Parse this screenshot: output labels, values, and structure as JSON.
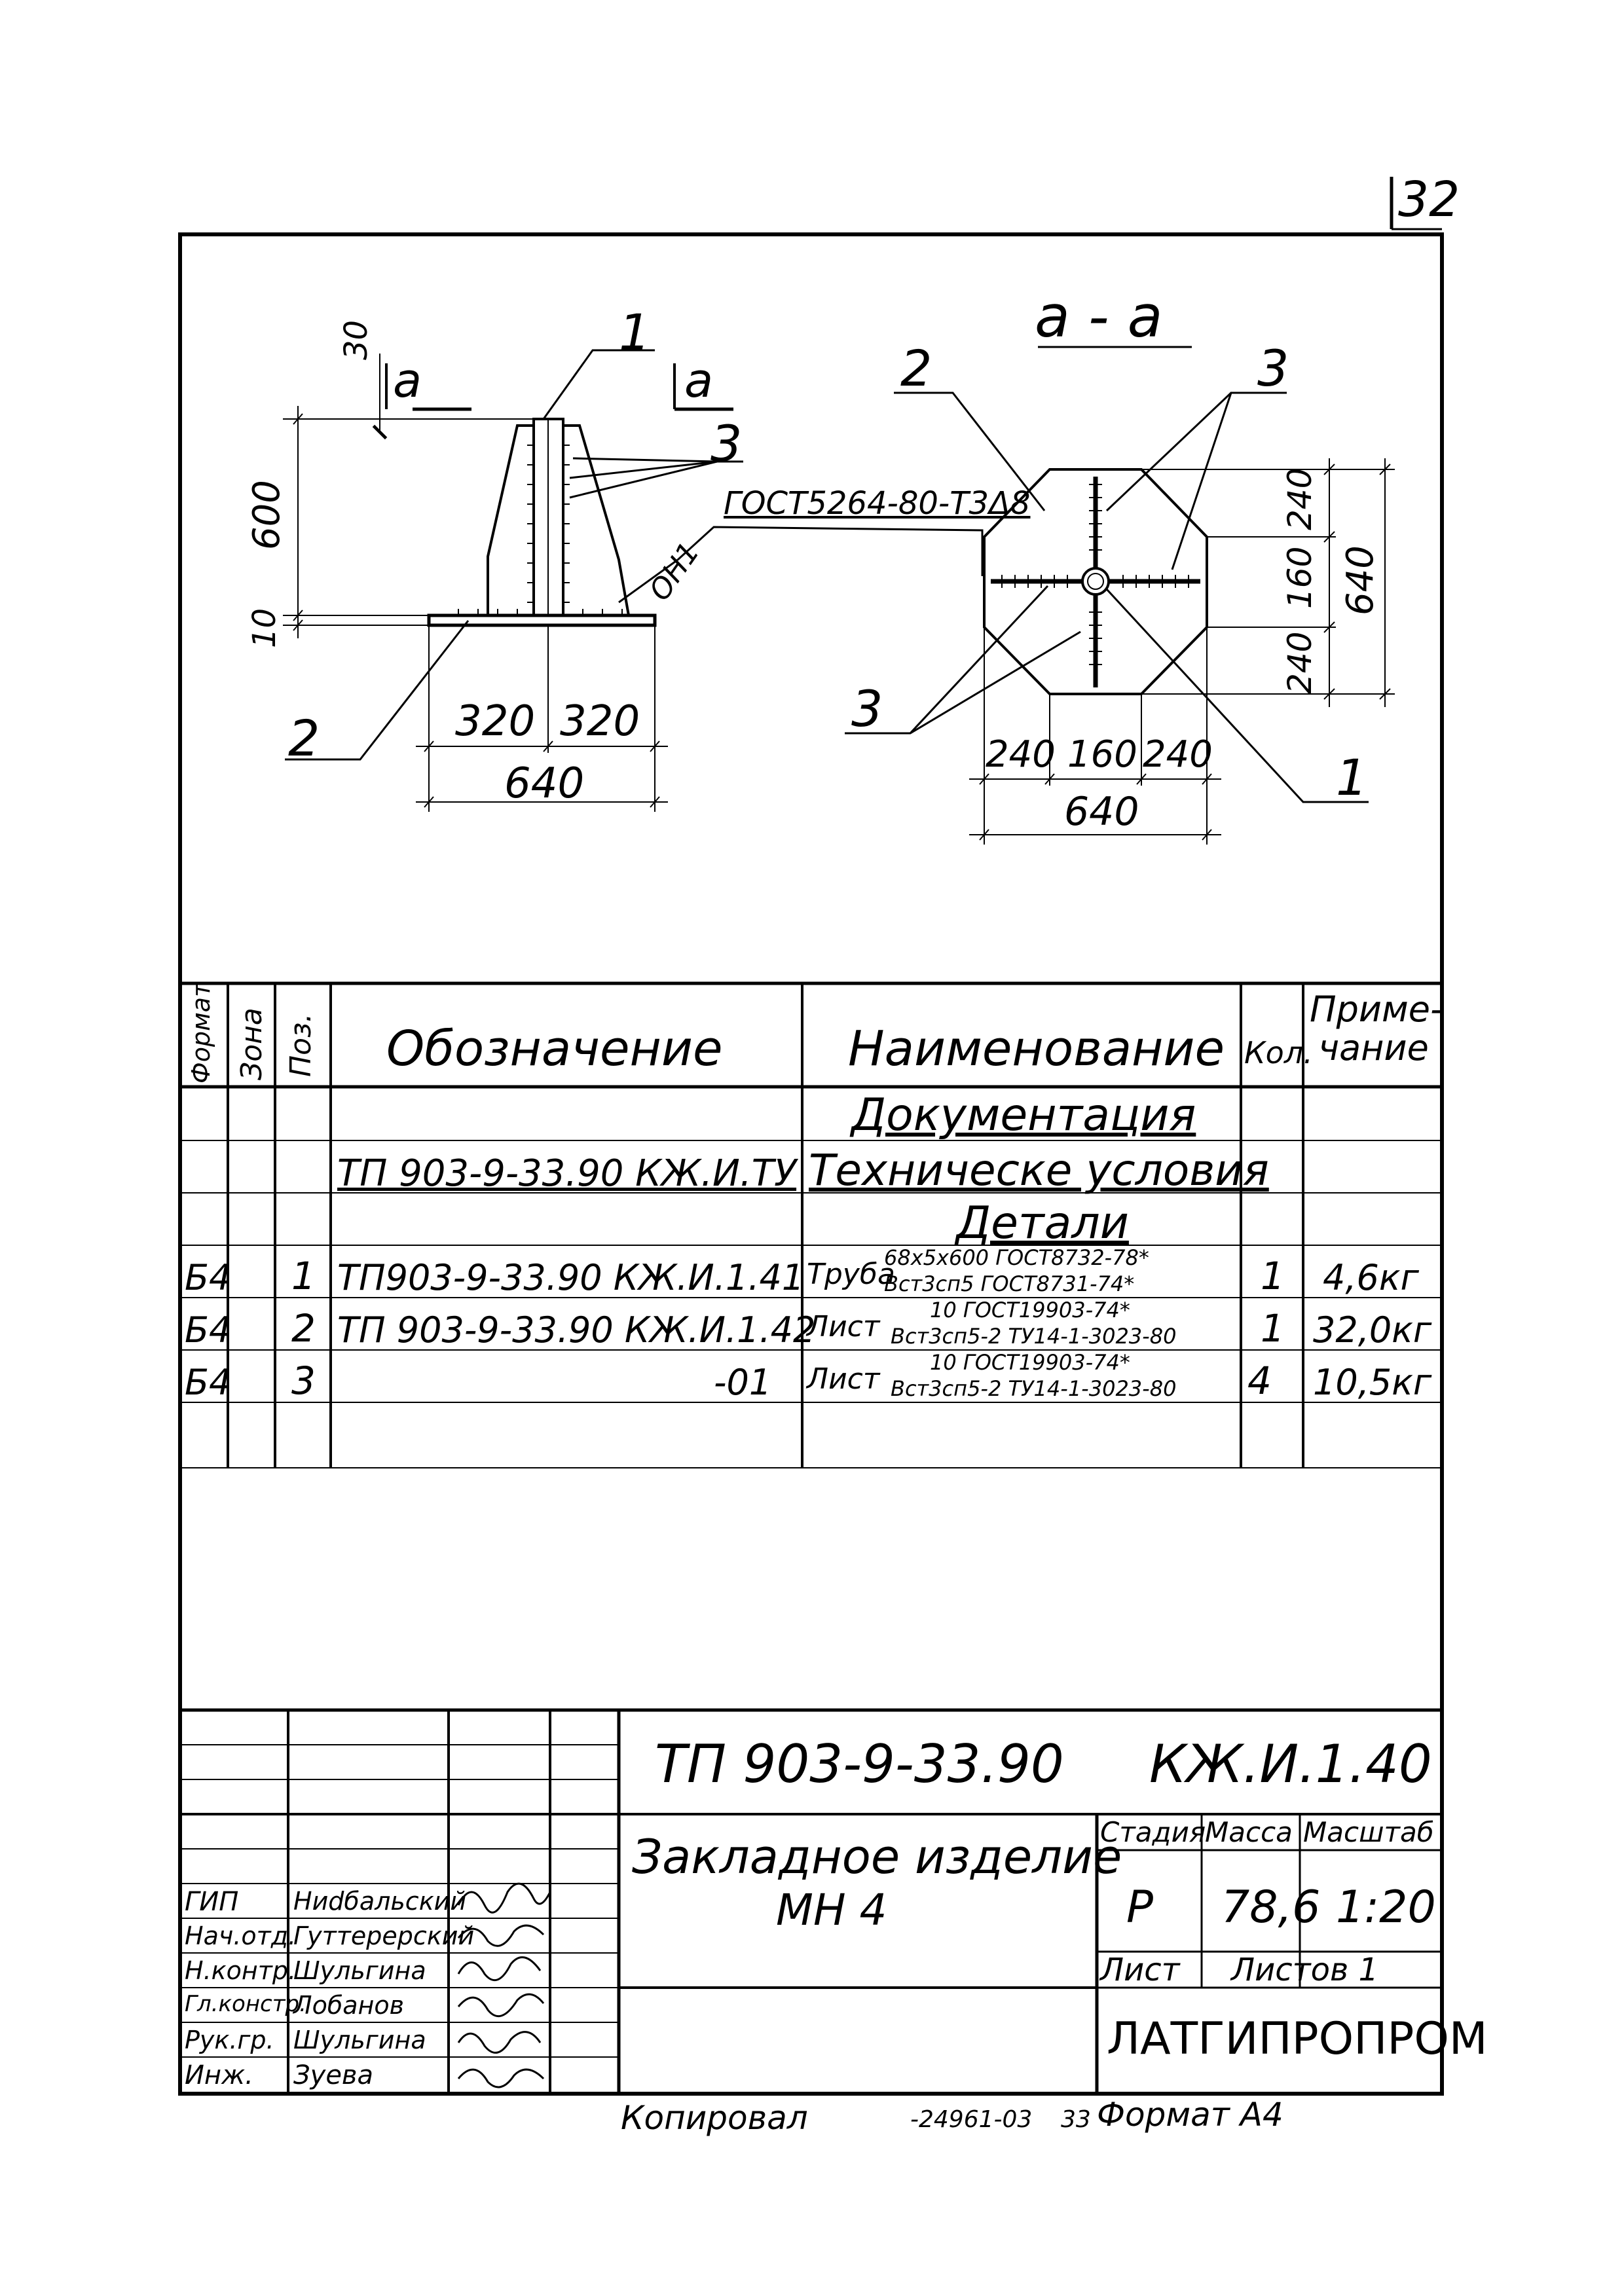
{
  "sheet_number": "32",
  "views": {
    "side": {
      "section_mark": "a",
      "dim_top": "30",
      "dim_height": "600",
      "dim_plate": "10",
      "dim_half_left": "320",
      "dim_half_right": "320",
      "dim_total": "640",
      "leader_1": "1",
      "leader_2": "2",
      "leader_3": "3",
      "weld_symbol": "ГОСТ5264-80-Т3Δ8",
      "weld_note": "ОН1"
    },
    "section": {
      "title": "а - а",
      "leader_1": "1",
      "leader_2": "2",
      "leader_3_top": "3",
      "leader_3_bottom": "3",
      "dim_h1": "240",
      "dim_h2": "160",
      "dim_h3": "240",
      "dim_h_total": "640",
      "dim_v1": "240",
      "dim_v2": "160",
      "dim_v3": "240",
      "dim_v_total": "640"
    }
  },
  "spec": {
    "headers": {
      "format": "Формат",
      "zone": "Зона",
      "pos": "Поз.",
      "designation": "Обозначение",
      "name": "Наименование",
      "qty": "Кол.",
      "note": "Приме- чание"
    },
    "section_documentation": "Документация",
    "doc_row": {
      "designation": "ТП 903-9-33.90 КЖ.И.ТУ",
      "name": "Техническе условия"
    },
    "section_details": "Детали",
    "rows": [
      {
        "format": "Б4",
        "pos": "1",
        "designation": "ТП903-9-33.90 КЖ.И.1.41",
        "name_main": "Труба",
        "name_top": "68х5х600 ГОСТ8732-78*",
        "name_bottom": "Вст3сп5 ГОСТ8731-74*",
        "qty": "1",
        "note": "4,6кг"
      },
      {
        "format": "Б4",
        "pos": "2",
        "designation": "ТП 903-9-33.90 КЖ.И.1.42",
        "name_main": "Лист",
        "name_top": "10 ГОСТ19903-74*",
        "name_bottom": "Вст3сп5-2 ТУ14-1-3023-80",
        "qty": "1",
        "note": "32,0кг"
      },
      {
        "format": "Б4",
        "pos": "3",
        "designation": "-01",
        "name_main": "Лист",
        "name_top": "10 ГОСТ19903-74*",
        "name_bottom": "Вст3сп5-2 ТУ14-1-3023-80",
        "qty": "4",
        "note": "10,5кг"
      }
    ]
  },
  "title_block": {
    "code": "ТП 903-9-33.90",
    "sheet_code": "КЖ.И.1.40",
    "item_name_1": "Закладное изделие",
    "item_name_2": "МН 4",
    "stage_label": "Стадия",
    "mass_label": "Масса",
    "scale_label": "Масштаб",
    "stage": "Р",
    "mass": "78,6",
    "scale": "1:20",
    "sheet_label": "Лист",
    "sheets_label": "Листов 1",
    "org": "ЛАТГИПРОПРОМ",
    "roles": [
      {
        "role": "ГИП",
        "name": "Ниdбальский"
      },
      {
        "role": "Нач.отд.",
        "name": "Гуттерерский"
      },
      {
        "role": "Н.контр.",
        "name": "Шульгина"
      },
      {
        "role": "Гл.констр.",
        "name": "Лобанов"
      },
      {
        "role": "Рук.гр.",
        "name": "Шульгина"
      },
      {
        "role": "Инж.",
        "name": "Зуева"
      }
    ]
  },
  "footer": {
    "copied": "Копировал",
    "copy_code": "-24961-03",
    "copy_num": "33",
    "format": "Формат А4"
  }
}
